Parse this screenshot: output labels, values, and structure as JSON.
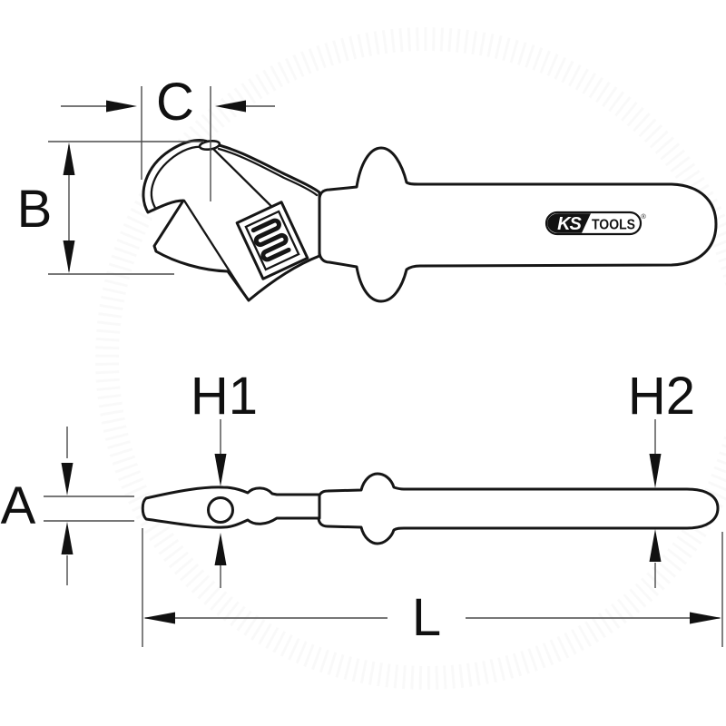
{
  "background": "#ffffff",
  "colors": {
    "outline": "#161616",
    "dimension_line": "#4a4a4a",
    "label": "#101010",
    "logo_bg": "#121212",
    "logo_fg": "#ffffff"
  },
  "labels": {
    "c": "C",
    "b": "B",
    "h1": "H1",
    "h2": "H2",
    "a": "A",
    "l": "L"
  },
  "logo": {
    "ks": "KS",
    "tools": "TOOLS",
    "registered": "®"
  }
}
